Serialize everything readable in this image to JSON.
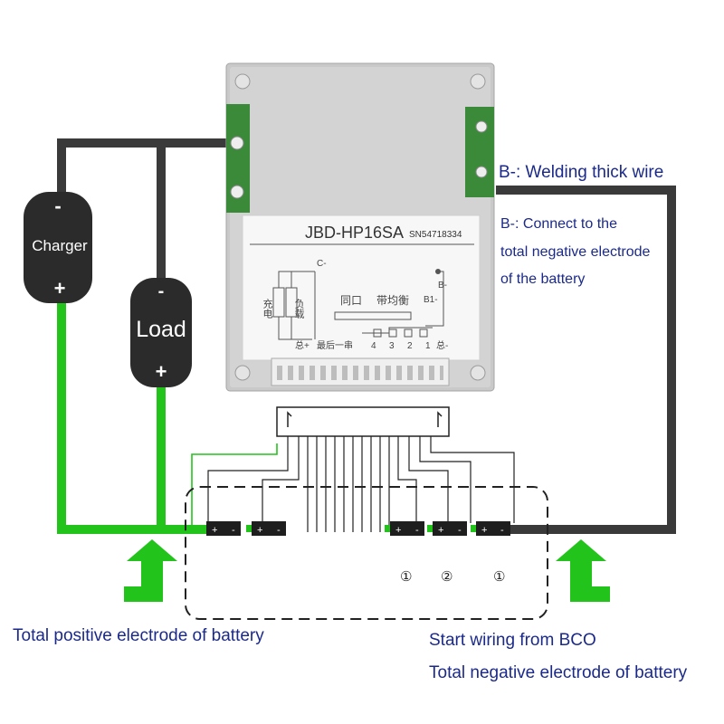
{
  "board": {
    "model": "JBD-HP16SA",
    "serial": "SN54718334",
    "charge_label": "充电",
    "load_label": "负载",
    "c_minus": "C-",
    "b_minus": "B-",
    "port_label": "同口",
    "balance_label": "带均衡",
    "b1_label": "B1-",
    "pin_labels": [
      "总+",
      "最后一串",
      "4",
      "3",
      "2",
      "1",
      "总-"
    ]
  },
  "devices": {
    "charger": {
      "name": "Charger",
      "minus": "-",
      "plus": "+"
    },
    "load": {
      "name": "Load",
      "minus": "-",
      "plus": "+"
    }
  },
  "cell_mark": {
    "minus": "-",
    "plus": "+"
  },
  "cell_numbers": [
    "①",
    "②",
    "①"
  ],
  "labels": {
    "b_minus_welding": "B-: Welding thick wire",
    "b_minus_connect": [
      "B-: Connect to the",
      "total negative electrode",
      "of the battery"
    ],
    "total_positive": "Total positive electrode of battery",
    "start_wiring": "Start wiring from BCO",
    "total_negative": "Total negative electrode of battery"
  },
  "colors": {
    "positive_wire": "#22c41b",
    "negative_wire": "#3a3a3a",
    "label_text": "#1b2a8a",
    "board": "#c9c9c9",
    "device": "#2b2b2b"
  }
}
